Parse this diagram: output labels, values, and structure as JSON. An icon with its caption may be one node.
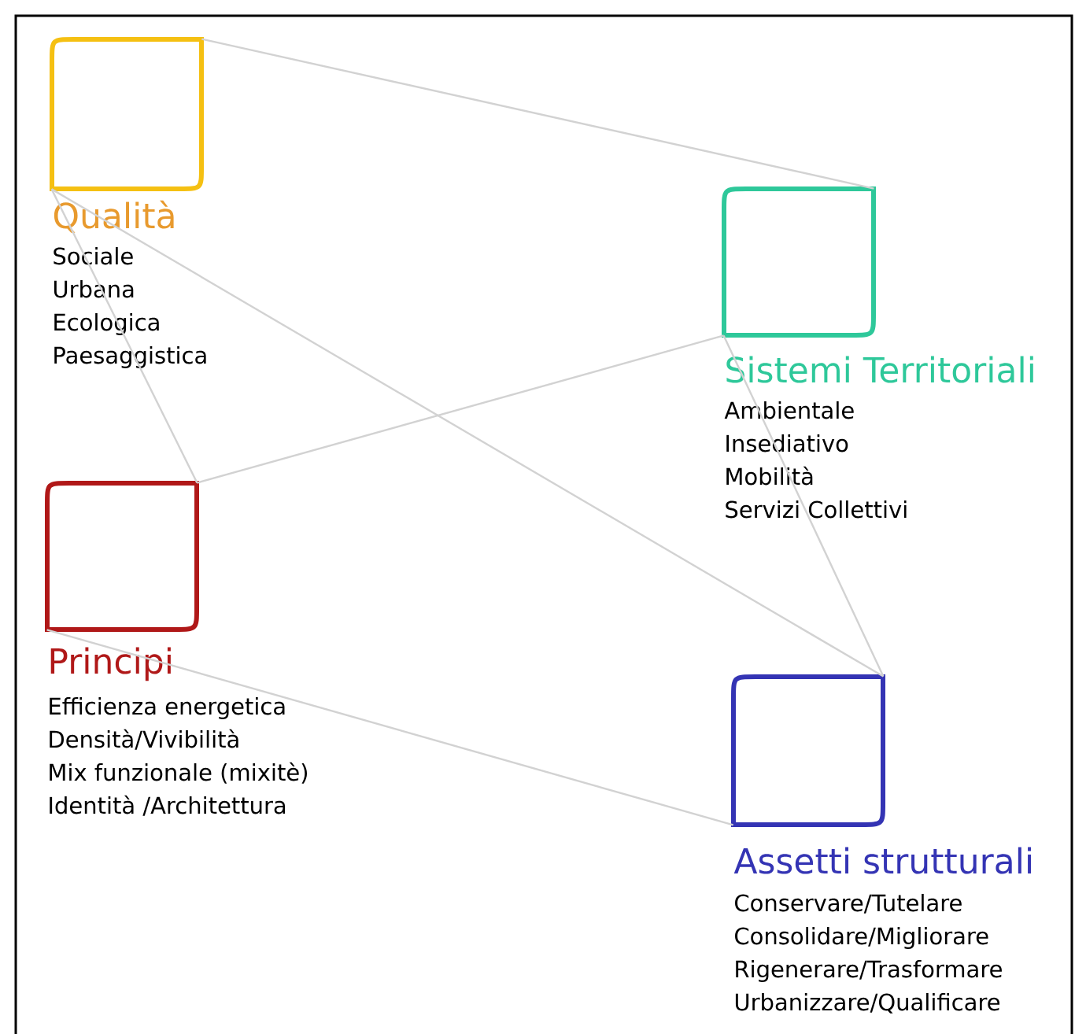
{
  "diagram": {
    "nodes": [
      {
        "text": [
          "Qualità"
        ],
        "beside": [
          "Sociale",
          "Urbana",
          "Ecologica",
          "Paesaggistica"
        ]
      },
      {
        "text": [
          "Sistemi Territoriali"
        ],
        "beside": [
          "Ambientale",
          "Insediativo",
          "Mobilità",
          "Servizi Collettivi"
        ]
      },
      {
        "text": [
          "Principi"
        ],
        "beside": [
          "Efficienza energetica",
          "Densità/Vivibilità",
          "Mix funzionale (mixitè)",
          "Identità /Architettura"
        ]
      },
      {
        "text": [
          "Assetti strutturali"
        ],
        "beside": [
          "Conservare/Tutelare",
          "Consolidare/Migliorare",
          "Rigenerare/Trasformare",
          "Urbanizzare/Qualificare"
        ]
      }
    ],
    "edges": [
      {
        "from": 0,
        "to": 1,
        "arrow": "none"
      },
      {
        "from": 0,
        "to": 2,
        "arrow": "none"
      },
      {
        "from": 0,
        "to": 3,
        "arrow": "none"
      },
      {
        "from": 2,
        "to": 1,
        "arrow": "none"
      },
      {
        "from": 1,
        "to": 3,
        "arrow": "none"
      },
      {
        "from": 2,
        "to": 3,
        "arrow": "none"
      }
    ]
  }
}
